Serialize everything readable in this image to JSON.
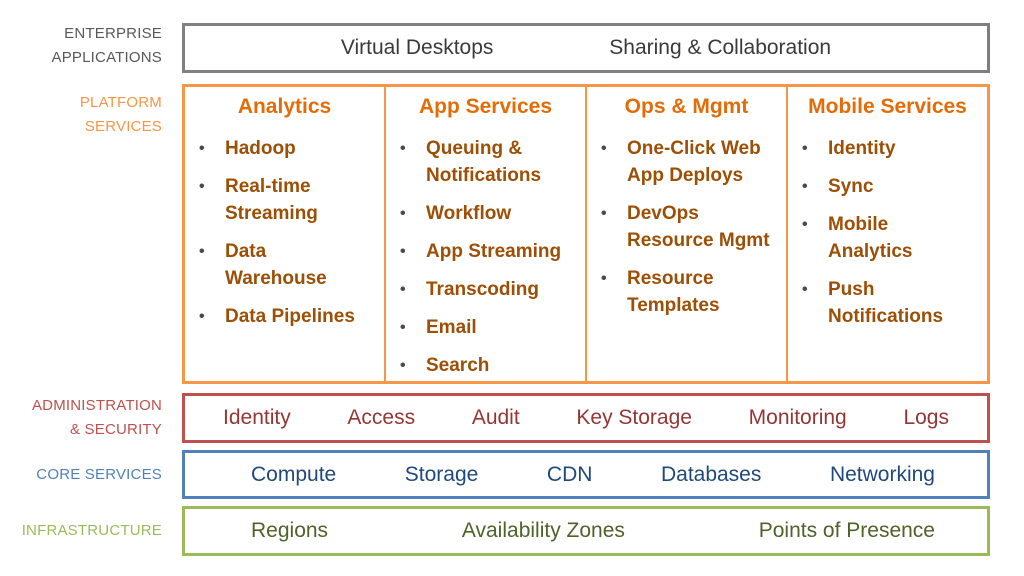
{
  "colors": {
    "enterprise": "#7f7f7f",
    "platform": "#f79646",
    "platform_title": "#e36c09",
    "platform_item": "#9c4f05",
    "admin": "#c0504d",
    "core": "#4f81bd",
    "infrastructure": "#9bbb59"
  },
  "layers": {
    "enterprise": {
      "label_line1": "ENTERPRISE",
      "label_line2": "APPLICATIONS",
      "items": [
        "Virtual Desktops",
        "Sharing & Collaboration"
      ]
    },
    "platform": {
      "label_line1": "PLATFORM",
      "label_line2": "SERVICES",
      "columns": [
        {
          "title": "Analytics",
          "items": [
            "Hadoop",
            "Real-time\nStreaming",
            "Data\nWarehouse",
            "Data Pipelines"
          ]
        },
        {
          "title": "App Services",
          "items": [
            "Queuing  &\nNotifications",
            "Workflow",
            "App Streaming",
            "Transcoding",
            "Email",
            "Search"
          ]
        },
        {
          "title": "Ops & Mgmt",
          "items": [
            "One-Click Web\nApp Deploys",
            "DevOps\nResource Mgmt",
            "Resource\nTemplates"
          ]
        },
        {
          "title": "Mobile Services",
          "items": [
            "Identity",
            "Sync",
            "Mobile\nAnalytics",
            "Push\nNotifications"
          ]
        }
      ]
    },
    "admin": {
      "label_line1": "ADMINISTRATION",
      "label_line2": "& SECURITY",
      "items": [
        "Identity",
        "Access",
        "Audit",
        "Key Storage",
        "Monitoring",
        "Logs"
      ]
    },
    "core": {
      "label": "CORE SERVICES",
      "items": [
        "Compute",
        "Storage",
        "CDN",
        "Databases",
        "Networking"
      ]
    },
    "infrastructure": {
      "label": "INFRASTRUCTURE",
      "items": [
        "Regions",
        "Availability Zones",
        "Points of Presence"
      ]
    }
  }
}
